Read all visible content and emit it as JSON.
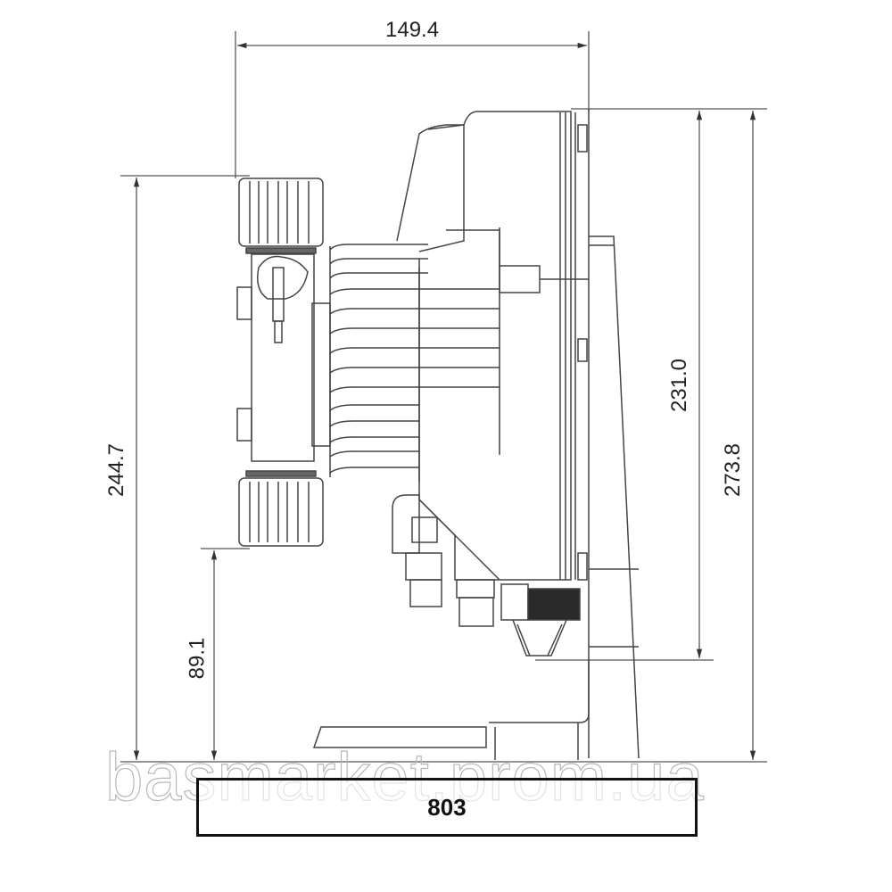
{
  "drawing": {
    "subject": "dosing pump side view dimension drawing",
    "dimensions": {
      "overall_width": "149.4",
      "inlet_height": "244.7",
      "bottom_connector_height": "89.1",
      "body_height": "231.0",
      "overall_height": "273.8"
    },
    "model_label": "803",
    "watermark": "basmarket.prom.ua"
  },
  "colors": {
    "line": "#555555",
    "dark_line": "#222222",
    "watermark_stroke": "#b8b8b8",
    "background": "#ffffff"
  }
}
